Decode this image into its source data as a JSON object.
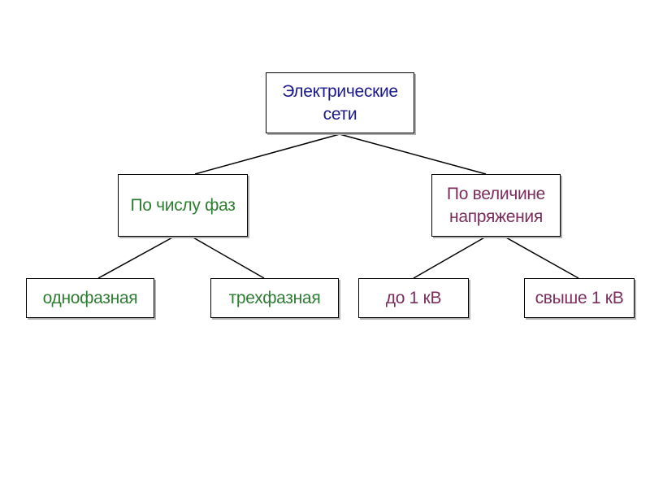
{
  "colors": {
    "root": "#1a1a8c",
    "phases": "#2e7d32",
    "voltage": "#7b2d5c",
    "line": "#000000"
  },
  "diagram": {
    "root": {
      "label": "Электрические\nсети"
    },
    "phases": {
      "label": "По числу фаз",
      "children": [
        {
          "label": "однофазная"
        },
        {
          "label": "трехфазная"
        }
      ]
    },
    "voltage": {
      "label": "По величине\nнапряжения",
      "children": [
        {
          "label": "до 1 кВ"
        },
        {
          "label": "свыше 1 кВ"
        }
      ]
    }
  }
}
